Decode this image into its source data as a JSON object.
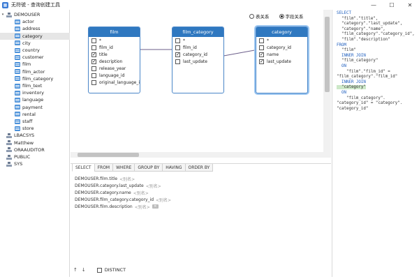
{
  "window": {
    "title": "无符號 - 查询创建工具",
    "icon": "query-builder-icon",
    "controls": [
      "—",
      "☐",
      "✕"
    ]
  },
  "tree": {
    "schema": "DEMOUSER",
    "tables": [
      "actor",
      "address",
      "category",
      "city",
      "country",
      "customer",
      "film",
      "film_actor",
      "film_category",
      "film_text",
      "inventory",
      "language",
      "payment",
      "rental",
      "staff",
      "store"
    ],
    "selected_table": "category",
    "other_schemas": [
      "LBACSYS",
      "Matthew",
      "ORAAUDITOR",
      "PUBLIC",
      "SYS"
    ]
  },
  "diagram": {
    "radio_table_relation": "表关系",
    "radio_field_relation": "字段关系",
    "selected_radio": "field",
    "tables": {
      "film": {
        "title": "film",
        "columns": [
          {
            "name": "*",
            "checked": false
          },
          {
            "name": "film_id",
            "checked": false
          },
          {
            "name": "title",
            "checked": true
          },
          {
            "name": "description",
            "checked": true
          },
          {
            "name": "release_year",
            "checked": false
          },
          {
            "name": "language_id",
            "checked": false
          },
          {
            "name": "original_language_id",
            "checked": false
          }
        ]
      },
      "film_category": {
        "title": "film_category",
        "columns": [
          {
            "name": "*",
            "checked": false
          },
          {
            "name": "film_id",
            "checked": false
          },
          {
            "name": "category_id",
            "checked": true
          },
          {
            "name": "last_update",
            "checked": false
          }
        ]
      },
      "category": {
        "title": "category",
        "columns": [
          {
            "name": "*",
            "checked": false
          },
          {
            "name": "category_id",
            "checked": false
          },
          {
            "name": "name",
            "checked": true
          },
          {
            "name": "last_update",
            "checked": true
          }
        ]
      }
    }
  },
  "clauses": {
    "tabs": [
      "SELECT",
      "FROM",
      "WHERE",
      "GROUP BY",
      "HAVING",
      "ORDER BY"
    ],
    "active_tab": "SELECT",
    "alias_placeholder": "<别名>",
    "select_items": [
      "DEMOUSER.film.title",
      "DEMOUSER.category.last_update",
      "DEMOUSER.category.name",
      "DEMOUSER.film_category.category_id",
      "DEMOUSER.film.description"
    ],
    "up_arrow": "↑",
    "down_arrow": "↓",
    "distinct_label": "DISTINCT",
    "delete_label": "✕"
  },
  "sql": {
    "lines": [
      {
        "text": "SELECT",
        "cls": "kw"
      },
      {
        "text": "  \"film\".\"title\",",
        "cls": "str"
      },
      {
        "text": "  \"category\".\"last_update\",",
        "cls": "str"
      },
      {
        "text": "  \"category\".\"name\",",
        "cls": "str"
      },
      {
        "text": "  \"film_category\".\"category_id\",",
        "cls": "str"
      },
      {
        "text": "  \"film\".\"description\"",
        "cls": "str"
      },
      {
        "text": "FROM",
        "cls": "kw"
      },
      {
        "text": "  \"film\"",
        "cls": "str"
      },
      {
        "text": "  INNER JOIN",
        "cls": "kw"
      },
      {
        "text": "  \"film_category\"",
        "cls": "str"
      },
      {
        "text": "  ON",
        "cls": "kw"
      },
      {
        "text": "    \"film\".\"film_id\" =",
        "cls": "str"
      },
      {
        "text": "\"film_category\".\"film_id\"",
        "cls": "str"
      },
      {
        "text": "  INNER JOIN",
        "cls": "kw"
      },
      {
        "text": "  \"category\"",
        "cls": "str hl"
      },
      {
        "text": "  ON",
        "cls": "kw"
      },
      {
        "text": "    \"film_category\".",
        "cls": "str"
      },
      {
        "text": "\"category_id\" = \"category\".",
        "cls": "str"
      },
      {
        "text": "\"category_id\"",
        "cls": "str"
      }
    ]
  },
  "colors": {
    "header_blue": "#2f78c0",
    "keyword_blue": "#1f5fbf",
    "selection_gray": "#e6e6e6",
    "link_line": "#6b5e8a"
  }
}
